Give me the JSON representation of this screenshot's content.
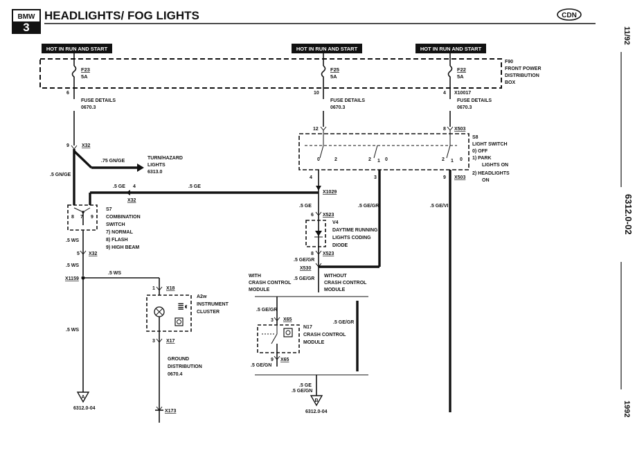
{
  "header": {
    "logo_top": "BMW",
    "logo_bottom": "3",
    "title": "HEADLIGHTS/ FOG LIGHTS",
    "brand_badge": "CDN"
  },
  "side": {
    "date": "11/92",
    "page_code": "6312.0-02",
    "year": "1992"
  },
  "power_bars": {
    "left": "HOT IN RUN AND START",
    "middle": "HOT IN RUN AND START",
    "right": "HOT IN RUN AND START"
  },
  "fuse_box": {
    "f23": "F23",
    "f23_rating": "5A",
    "f25": "F25",
    "f25_rating": "5A",
    "f22": "F22",
    "f22_rating": "5A",
    "id": "F90",
    "line1": "FRONT POWER",
    "line2": "DISTRIBUTION",
    "line3": "BOX",
    "pin_f23": "6",
    "pin_f25": "10",
    "pin_f22": "4",
    "conn_f22": "X10017"
  },
  "fuse_details": {
    "left": "FUSE DETAILS",
    "left_ref": "0670.3",
    "mid": "FUSE DETAILS",
    "mid_ref": "0670.3",
    "right": "FUSE DETAILS",
    "right_ref": "0670.3"
  },
  "left_branch": {
    "pin9": "9",
    "x32_top": "X32",
    "wire_turn": ".75 GN/GE",
    "turn_line1": "TURN/HAZARD",
    "turn_line2": "LIGHTS",
    "turn_ref": "6313.0",
    "wire_main": ".5 GN/GE",
    "wire_ge_left": ".5 GE",
    "wire_ge_right": ".5 GE",
    "pin4": "4",
    "x32_mid": "X32"
  },
  "combo_switch": {
    "id": "S7",
    "line1": "COMBINATION",
    "line2": "SWITCH",
    "opt1": "7)  NORMAL",
    "opt2": "8)  FLASH",
    "opt3": "9)  HIGH BEAM",
    "p8": "8",
    "p7": "7",
    "p9": "9",
    "wire_below": ".5 WS",
    "pin5": "5",
    "x32_low": "X32",
    "wire_below2": ".5 WS",
    "x1159": "X1159",
    "wire_right": ".5 WS",
    "wire_down": ".5 WS",
    "ground_ref": "6312.0-04",
    "ground_letter": "A"
  },
  "cluster": {
    "id": "A2w",
    "line1": "INSTRUMENT",
    "line2": "CLUSTER",
    "pin1": "1",
    "x18": "X18",
    "pin3": "3",
    "x17": "X17",
    "ground_line1": "GROUND",
    "ground_line2": "DISTRIBUTION",
    "ground_ref": "0670.4",
    "x173": "X173"
  },
  "light_switch": {
    "pin12": "12",
    "pin8": "8",
    "x503_top": "X503",
    "id": "S8",
    "line1": "LIGHT SWITCH",
    "opt0": "0)  OFF",
    "opt1a": "1)  PARK",
    "opt1b": "LIGHTS ON",
    "opt2a": "2)  HEADLIGHTS",
    "opt2b": "ON",
    "sw_a1": "2",
    "sw_a2": "0",
    "sw_b1": "2",
    "sw_b2": "1",
    "sw_b3": "0",
    "sw_c1": "2",
    "sw_c2": "1",
    "sw_c3": "0",
    "pin4": "4",
    "pin3": "3",
    "pin9": "9",
    "x503_bot": "X503",
    "x1029": "X1029",
    "wire_geyl": ".5 GE/VI"
  },
  "drl": {
    "wire_a": ".5 GE",
    "pin6": "6",
    "x523_top": "X523",
    "wire_b": ".5 GE/GR",
    "id": "V4",
    "line1": "DAYTIME RUNNING",
    "line2": "LIGHTS CODING",
    "line3": "DIODE",
    "pin8": "8",
    "x523_bot": "X523",
    "wire_c": ".5 GE/GR",
    "x530": "X530"
  },
  "crash": {
    "with_line1": "WITH",
    "with_line2": "CRASH CONTROL",
    "with_line3": "MODULE",
    "wire_with": ".5 GE/GR",
    "without_line1": "WITHOUT",
    "without_line2": "CRASH CONTROL",
    "without_line3": "MODULE",
    "wire_in": ".5 GE/GR",
    "pin3": "3",
    "x65_top": "X65",
    "id": "N17",
    "line1": "CRASH CONTROL",
    "line2": "MODULE",
    "wire_bypass": ".5 GE/GR",
    "pin9": "9",
    "x65_bot": "X65",
    "wire_out": ".5 GE/GN",
    "wire_final1": ".5 GE",
    "wire_final2": ".5 GE/GN",
    "ground_letter": "B",
    "ground_ref": "6312.0-04"
  }
}
